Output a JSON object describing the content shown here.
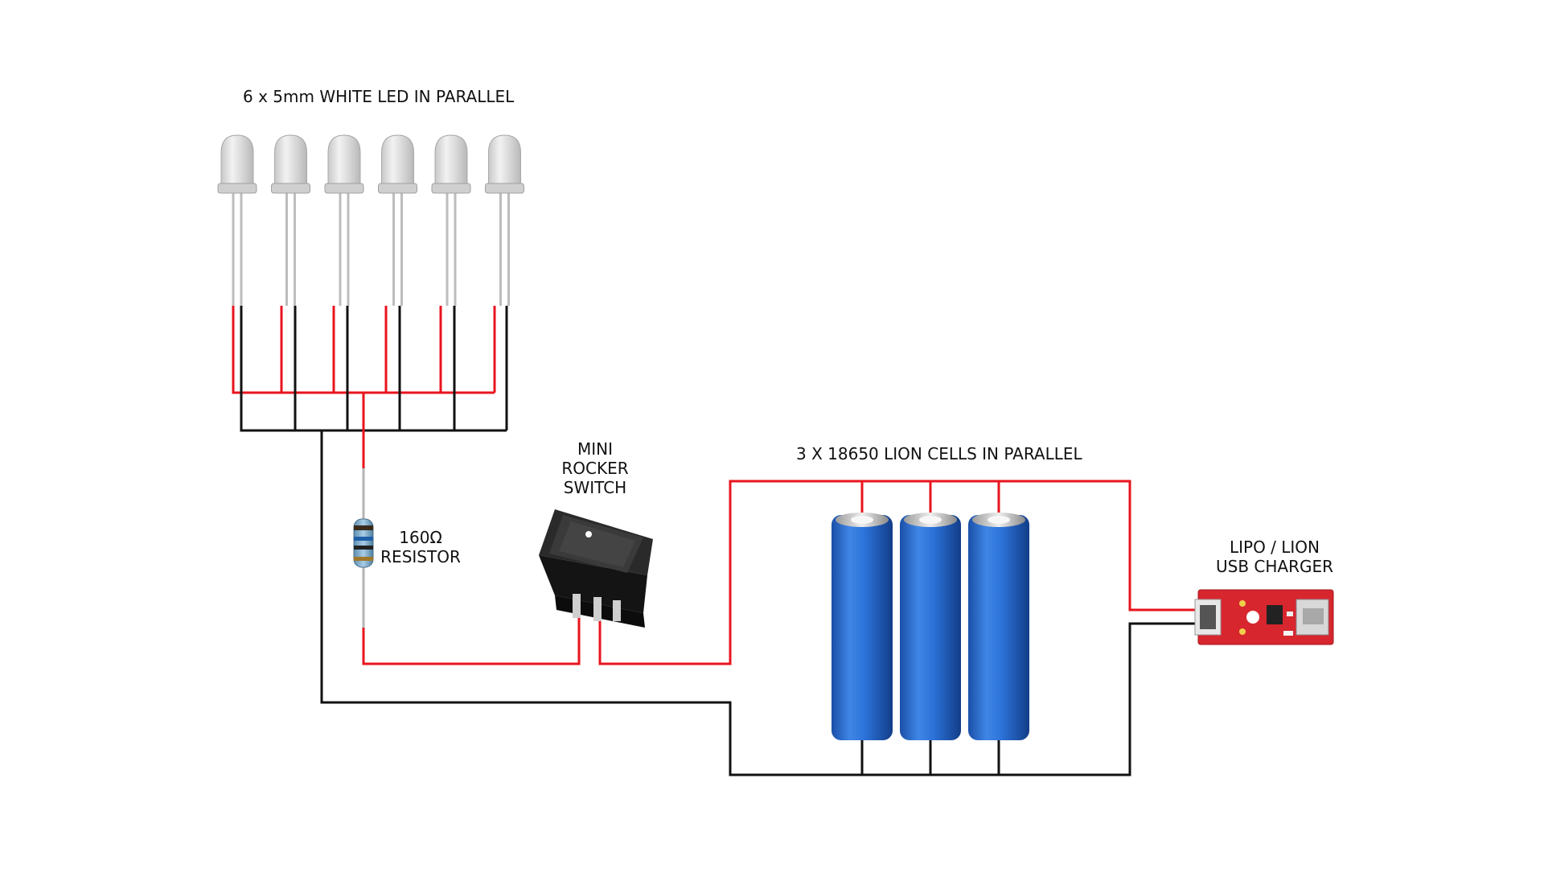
{
  "labels": {
    "leds": "6 x 5mm WHITE LED IN PARALLEL",
    "switch": [
      "MINI",
      "ROCKER",
      "SWITCH"
    ],
    "cells": "3 X 18650 LION CELLS IN PARALLEL",
    "resistor": [
      "160Ω",
      "RESISTOR"
    ],
    "charger": [
      "LIPO / LION",
      "USB CHARGER"
    ]
  },
  "components": {
    "led_count": 6,
    "cell_count": 3
  },
  "colors": {
    "positive_wire": "#e8141e",
    "negative_wire": "#111111",
    "cell_body": "#1f64c8",
    "charger_board": "#d7262e",
    "switch_body": "#1b1b1b"
  }
}
